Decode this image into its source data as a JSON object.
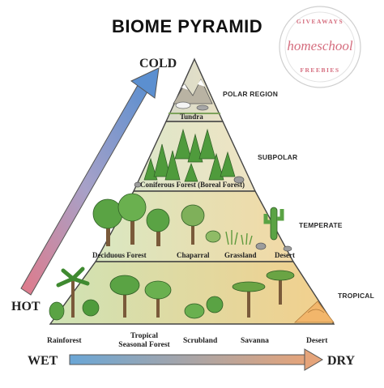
{
  "title": "BIOME PYRAMID",
  "axes": {
    "cold": "COLD",
    "hot": "HOT",
    "wet": "WET",
    "dry": "DRY"
  },
  "tiers": {
    "polar": "POLAR REGION",
    "subpolar": "SUBPOLAR",
    "temperate": "TEMPERATE",
    "tropical": "TROPICAL"
  },
  "biomes": {
    "tundra": "Tundra",
    "coniferous": "Coniferous Forest (Boreal Forest)",
    "deciduous": "Deciduous Forest",
    "chaparral": "Chaparral",
    "grassland": "Grassland",
    "temperate_desert": "Desert"
  },
  "bottom": {
    "rainforest": "Rainforest",
    "tropical_line1": "Tropical",
    "tropical_line2": "Seasonal Forest",
    "scrubland": "Scrubland",
    "savanna": "Savanna",
    "desert": "Desert"
  },
  "badge": {
    "top": "GIVEAWAYS",
    "main": "homeschool",
    "bottom": "FREEBIES"
  },
  "colors": {
    "cold_arrow": "#5b8fd0",
    "hot_arrow": "#e07a8a",
    "wet_arrow": "#6aa6d6",
    "dry_arrow": "#e5a47a",
    "tree_green": "#4f9b3c",
    "badge_pink": "#d56d7e"
  }
}
